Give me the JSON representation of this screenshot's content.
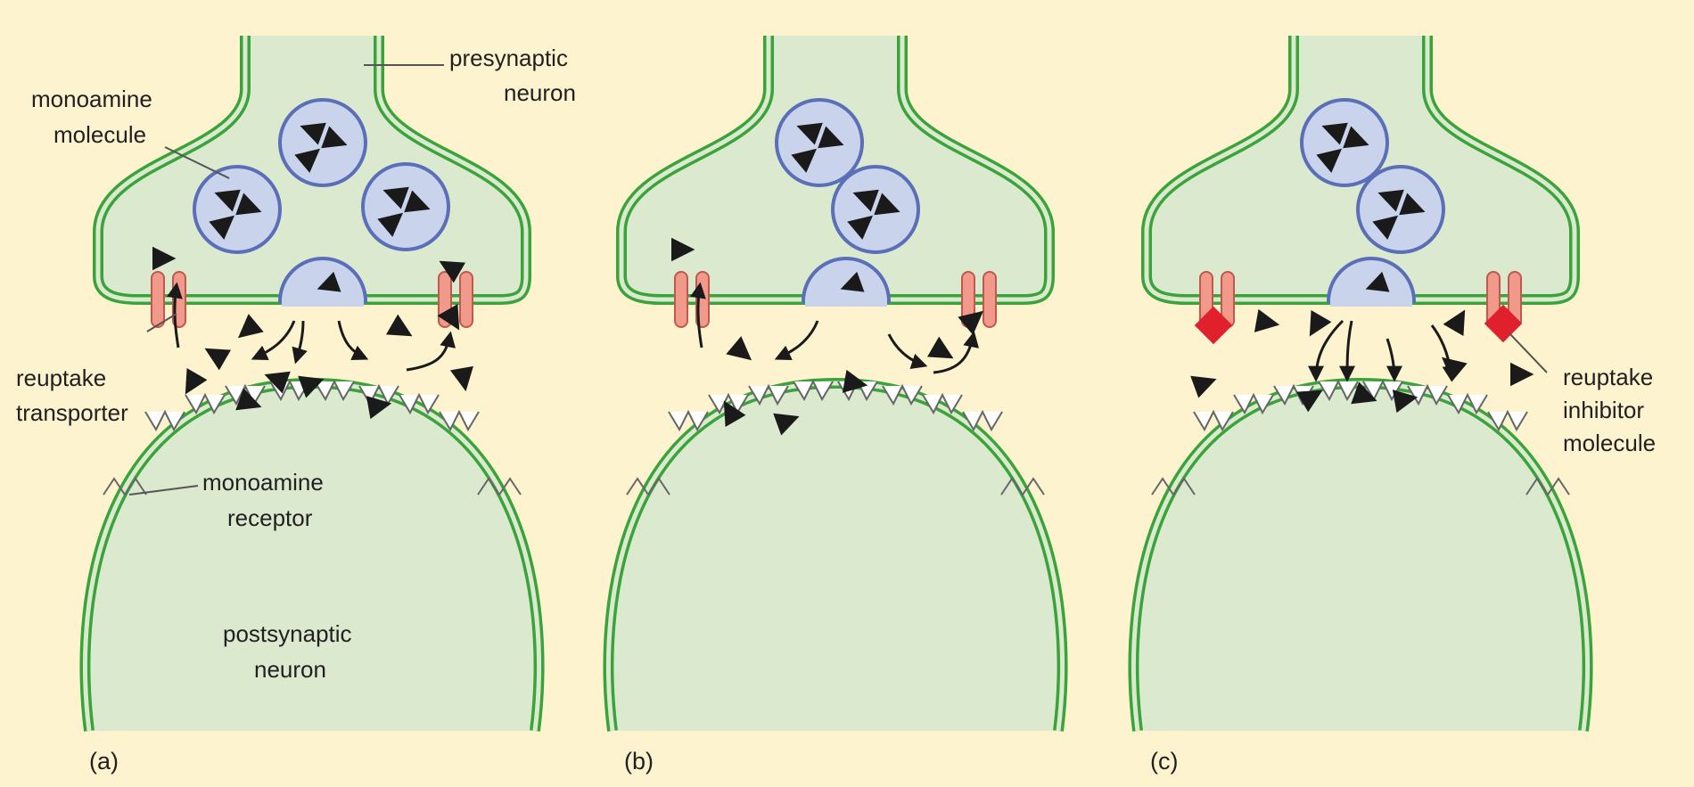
{
  "colors": {
    "background": "#fdf3cf",
    "membrane": "#3aa33a",
    "cytoplasm": "#dbe9cf",
    "vesicle_fill": "#c9d3ec",
    "vesicle_stroke": "#5a6fb8",
    "transporter": "#f19a8c",
    "inhibitor": "#e0202c",
    "molecule": "#1a1a1a"
  },
  "labels": {
    "presynaptic_line1": "presynaptic",
    "presynaptic_line2": "neuron",
    "monoamine_molecule_line1": "monoamine",
    "monoamine_molecule_line2": "molecule",
    "reuptake_transporter_line1": "reuptake",
    "reuptake_transporter_line2": "transporter",
    "monoamine_receptor_line1": "monoamine",
    "monoamine_receptor_line2": "receptor",
    "postsynaptic_line1": "postsynaptic",
    "postsynaptic_line2": "neuron",
    "reuptake_inhibitor_line1": "reuptake",
    "reuptake_inhibitor_line2": "inhibitor",
    "reuptake_inhibitor_line3": "molecule"
  },
  "panels": [
    {
      "id": "a",
      "label": "(a)",
      "vesicles": 3,
      "inhibitor": false
    },
    {
      "id": "b",
      "label": "(b)",
      "vesicles": 2,
      "inhibitor": false
    },
    {
      "id": "c",
      "label": "(c)",
      "vesicles": 2,
      "inhibitor": true
    }
  ]
}
